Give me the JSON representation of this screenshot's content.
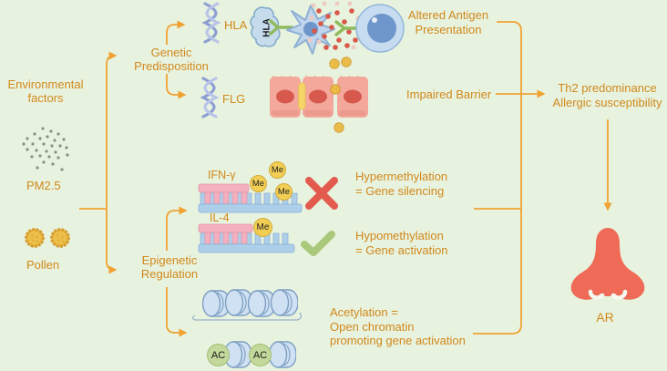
{
  "colors": {
    "background": "#e7f3df",
    "text_orange": "#d2881c",
    "arrow_orange": "#f0a233",
    "dna_strand": "#8d9fd2",
    "cell_blue": "#bfd5eb",
    "nucleus_blue": "#6e96cb",
    "epithelial_pink": "#f3a89b",
    "epithelial_nucleus": "#d7584c",
    "junction_yellow": "#f5d468",
    "pollen_yellow": "#ecbf4a",
    "pm25_gray": "#85937e",
    "antigen_red": "#d9584a",
    "receptor_green": "#8fba5c",
    "me_fill": "#f2ce55",
    "ac_fill": "#c3d89b",
    "pink_strand": "#f4b0bf",
    "blue_strand": "#aecfea",
    "cross_red": "#e25b4e",
    "check_green": "#a9c87a",
    "nose_coral": "#ef6a57"
  },
  "left_column": {
    "title_line1": "Environmental",
    "title_line2": "factors",
    "pm25_label": "PM2.5",
    "pollen_label": "Pollen"
  },
  "genetic": {
    "label_line1": "Genetic",
    "label_line2": "Predisposition",
    "gene1": "HLA",
    "gene2": "FLG",
    "hla_molecule": "HLA"
  },
  "epigenetic": {
    "label_line1": "Epigenetic",
    "label_line2": "Regulation",
    "gene1": "IFN-γ",
    "gene2": "IL-4",
    "me_label": "Me",
    "ac_label": "AC"
  },
  "outcomes": {
    "altered_line1": "Altered Antigen",
    "altered_line2": "Presentation",
    "impaired": "Impaired Barrier",
    "hyper_line1": "Hypermethylation",
    "hyper_line2": "= Gene silencing",
    "hypo_line1": "Hypomethylation",
    "hypo_line2": "= Gene activation",
    "acetyl_line1": "Acetylation =",
    "acetyl_line2": "Open chromatin",
    "acetyl_line3": "promoting gene activation",
    "th2_line1": "Th2 predominance",
    "th2_line2": "Allergic susceptibility",
    "ar_label": "AR"
  }
}
